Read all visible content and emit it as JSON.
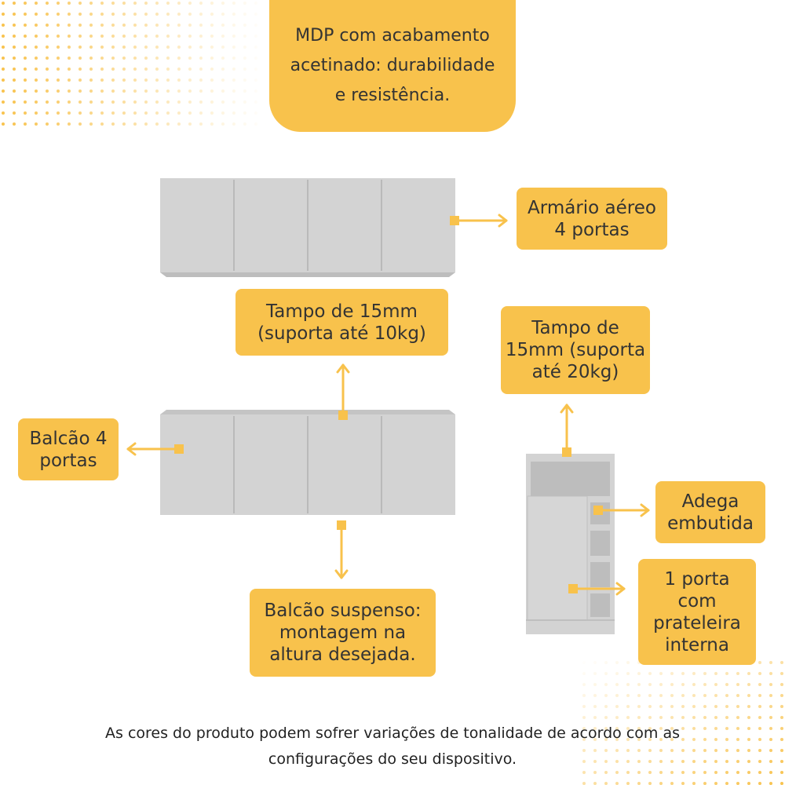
{
  "headline": {
    "lines": [
      "MDP com acabamento",
      "acetinado: durabilidade",
      "e resistência."
    ]
  },
  "callouts": {
    "armario": [
      "Armário aéreo",
      "4 portas"
    ],
    "tampo_balcao": [
      "Tampo de 15mm",
      "(suporta até 10kg)"
    ],
    "tampo_adega": [
      "Tampo de",
      "15mm (suporta",
      "até 20kg)"
    ],
    "balcao": [
      "Balcão 4",
      "portas"
    ],
    "adega": [
      "Adega",
      "embutida"
    ],
    "porta": [
      "1 porta",
      "com",
      "prateleira",
      "interna"
    ],
    "suspenso": [
      "Balcão suspenso:",
      "montagem na",
      "altura desejada."
    ]
  },
  "footer": {
    "line1": "As cores do produto podem sofrer variações de tonalidade de acordo com as",
    "line2": "configurações do seu dispositivo."
  },
  "colors": {
    "accent": "#F8C24C",
    "furniture": "#D3D3D3"
  }
}
